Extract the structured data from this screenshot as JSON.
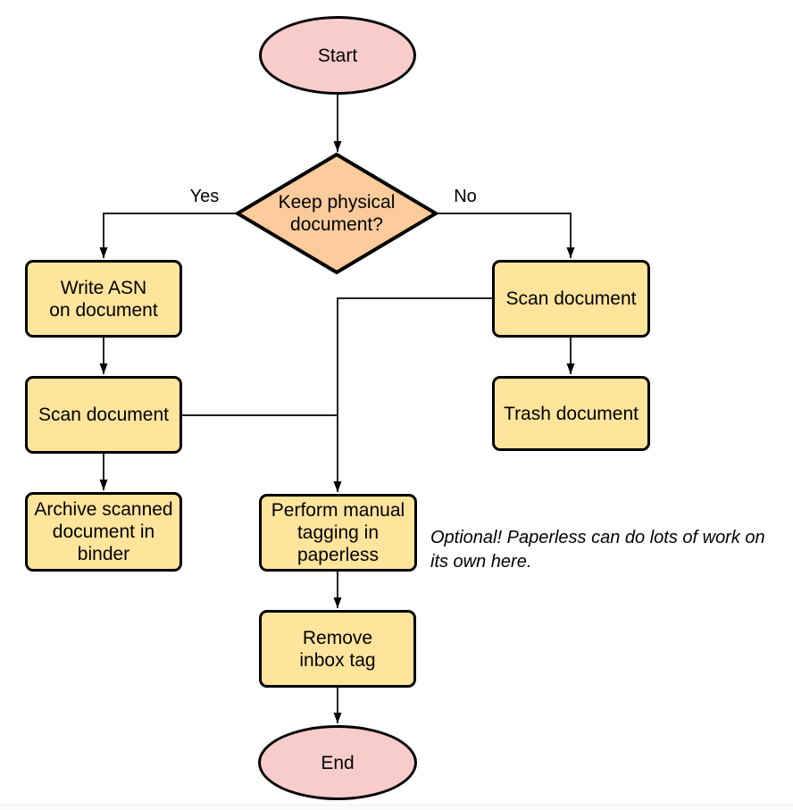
{
  "colors": {
    "stroke": "#000000",
    "text": "#000000",
    "node_fill_yellow": "#ffe49c",
    "node_fill_orange": "#fccb9c",
    "node_fill_pink": "#f9cccc"
  },
  "nodes": {
    "start": {
      "label": "Start"
    },
    "decision": {
      "label": "Keep physical\ndocument?"
    },
    "write_asn": {
      "label": "Write ASN\non document"
    },
    "scan_left": {
      "label": "Scan document"
    },
    "archive": {
      "label": "Archive scanned\ndocument in\nbinder"
    },
    "scan_right": {
      "label": "Scan document"
    },
    "trash": {
      "label": "Trash document"
    },
    "tagging": {
      "label": "Perform manual\ntagging in\npaperless"
    },
    "remove_inbox": {
      "label": "Remove\ninbox tag"
    },
    "end": {
      "label": "End"
    }
  },
  "edge_labels": {
    "yes": "Yes",
    "no": "No"
  },
  "annotation": "Optional! Paperless can do lots of work on\nits own here."
}
